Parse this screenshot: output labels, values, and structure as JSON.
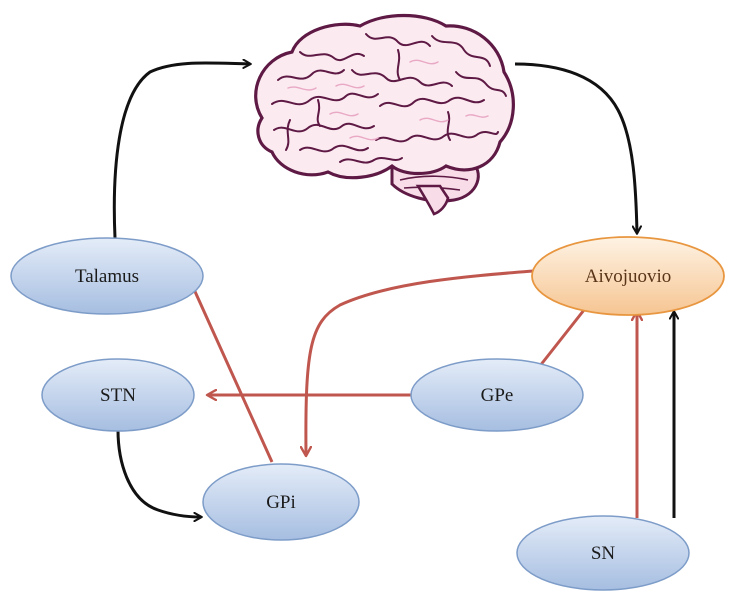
{
  "nodes": {
    "talamus": {
      "label": "Talamus"
    },
    "aivojuovio": {
      "label": "Aivojuovio"
    },
    "stn": {
      "label": "STN"
    },
    "gpe": {
      "label": "GPe"
    },
    "gpi": {
      "label": "GPi"
    },
    "sn": {
      "label": "SN"
    }
  },
  "colors": {
    "blue_fill_top": "#dfe8f6",
    "blue_fill_bottom": "#a9c0e2",
    "blue_stroke": "#7d9cc8",
    "orange_fill_top": "#fdf0df",
    "orange_fill_bottom": "#f7c99a",
    "orange_stroke": "#e8963f",
    "excitatory_arrow": "#111111",
    "inhibitory_arrow": "#c0574f",
    "brain_outline": "#5e1a44",
    "brain_fill": "#fbeaf0"
  },
  "icons": {
    "brain": "brain-icon"
  }
}
